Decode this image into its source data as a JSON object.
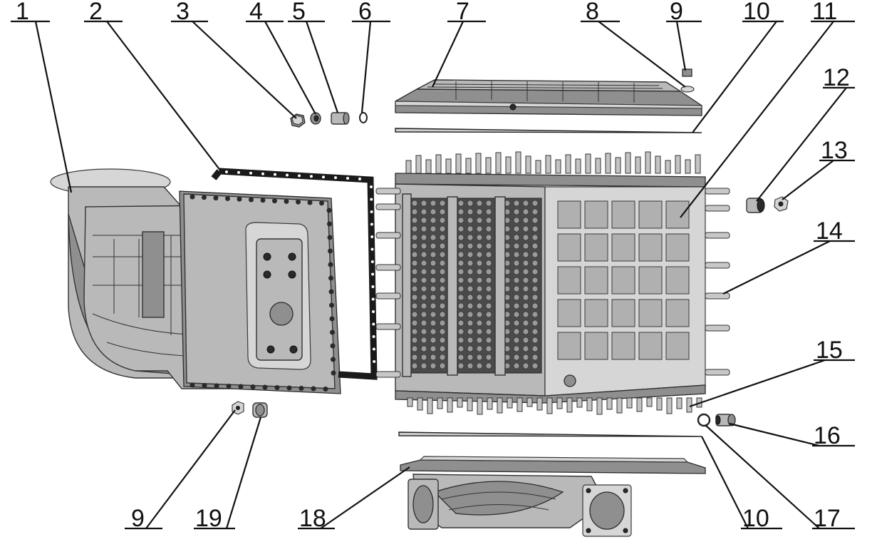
{
  "callouts": [
    "1",
    "2",
    "3",
    "4",
    "5",
    "6",
    "7",
    "8",
    "9",
    "10",
    "11",
    "12",
    "13",
    "14",
    "15",
    "16",
    "9",
    "19",
    "18",
    "10",
    "17"
  ],
  "colors": {
    "metal": "#b9b9b9",
    "shadow": "#8f8f8f",
    "highlight": "#d6d6d6",
    "ink": "#111111"
  }
}
